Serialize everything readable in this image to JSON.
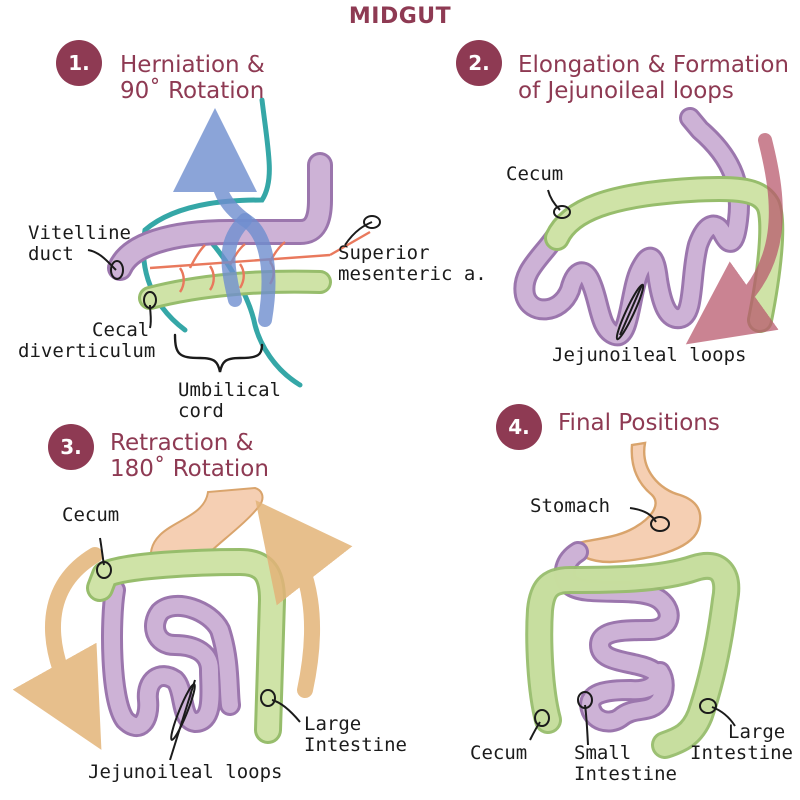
{
  "title": "MIDGUT",
  "colors": {
    "heading": "#8e3a53",
    "badge": "#8e3a53",
    "small_intestine": "#cdb2d6",
    "small_intestine_edge": "#9b76ad",
    "large_intestine": "#cfe3a7",
    "large_intestine_edge": "#97bd6c",
    "stomach": "#f5cfb3",
    "stomach_edge": "#d9a46c",
    "artery": "#e9795d",
    "umbilical_cord": "#35a7a7",
    "rotation_arrow_blue": "#6f8ecf",
    "rotation_arrow_red": "#b95a6e",
    "rotation_arrow_orange": "#e3b479"
  },
  "panels": [
    {
      "number": "1.",
      "heading_lines": [
        "Herniation &",
        "90˚ Rotation"
      ],
      "labels": {
        "vitelline_duct": [
          "Vitelline",
          "duct"
        ],
        "superior_mesenteric": [
          "Superior",
          "mesenteric a."
        ],
        "cecal_diverticulum": [
          "Cecal",
          "diverticulum"
        ],
        "umbilical_cord": [
          "Umbilical",
          "cord"
        ]
      }
    },
    {
      "number": "2.",
      "heading_lines": [
        "Elongation & Formation",
        "of Jejunoileal loops"
      ],
      "labels": {
        "cecum": "Cecum",
        "jejunoileal_loops": "Jejunoileal loops"
      }
    },
    {
      "number": "3.",
      "heading_lines": [
        "Retraction &",
        "180˚ Rotation"
      ],
      "labels": {
        "cecum": "Cecum",
        "large_intestine": [
          "Large",
          "Intestine"
        ],
        "jejunoileal_loops": "Jejunoileal loops"
      }
    },
    {
      "number": "4.",
      "heading_lines": [
        "Final Positions"
      ],
      "labels": {
        "stomach": "Stomach",
        "cecum": "Cecum",
        "small_intestine": [
          "Small",
          "Intestine"
        ],
        "large_intestine": [
          "Large",
          "Intestine"
        ]
      }
    }
  ]
}
